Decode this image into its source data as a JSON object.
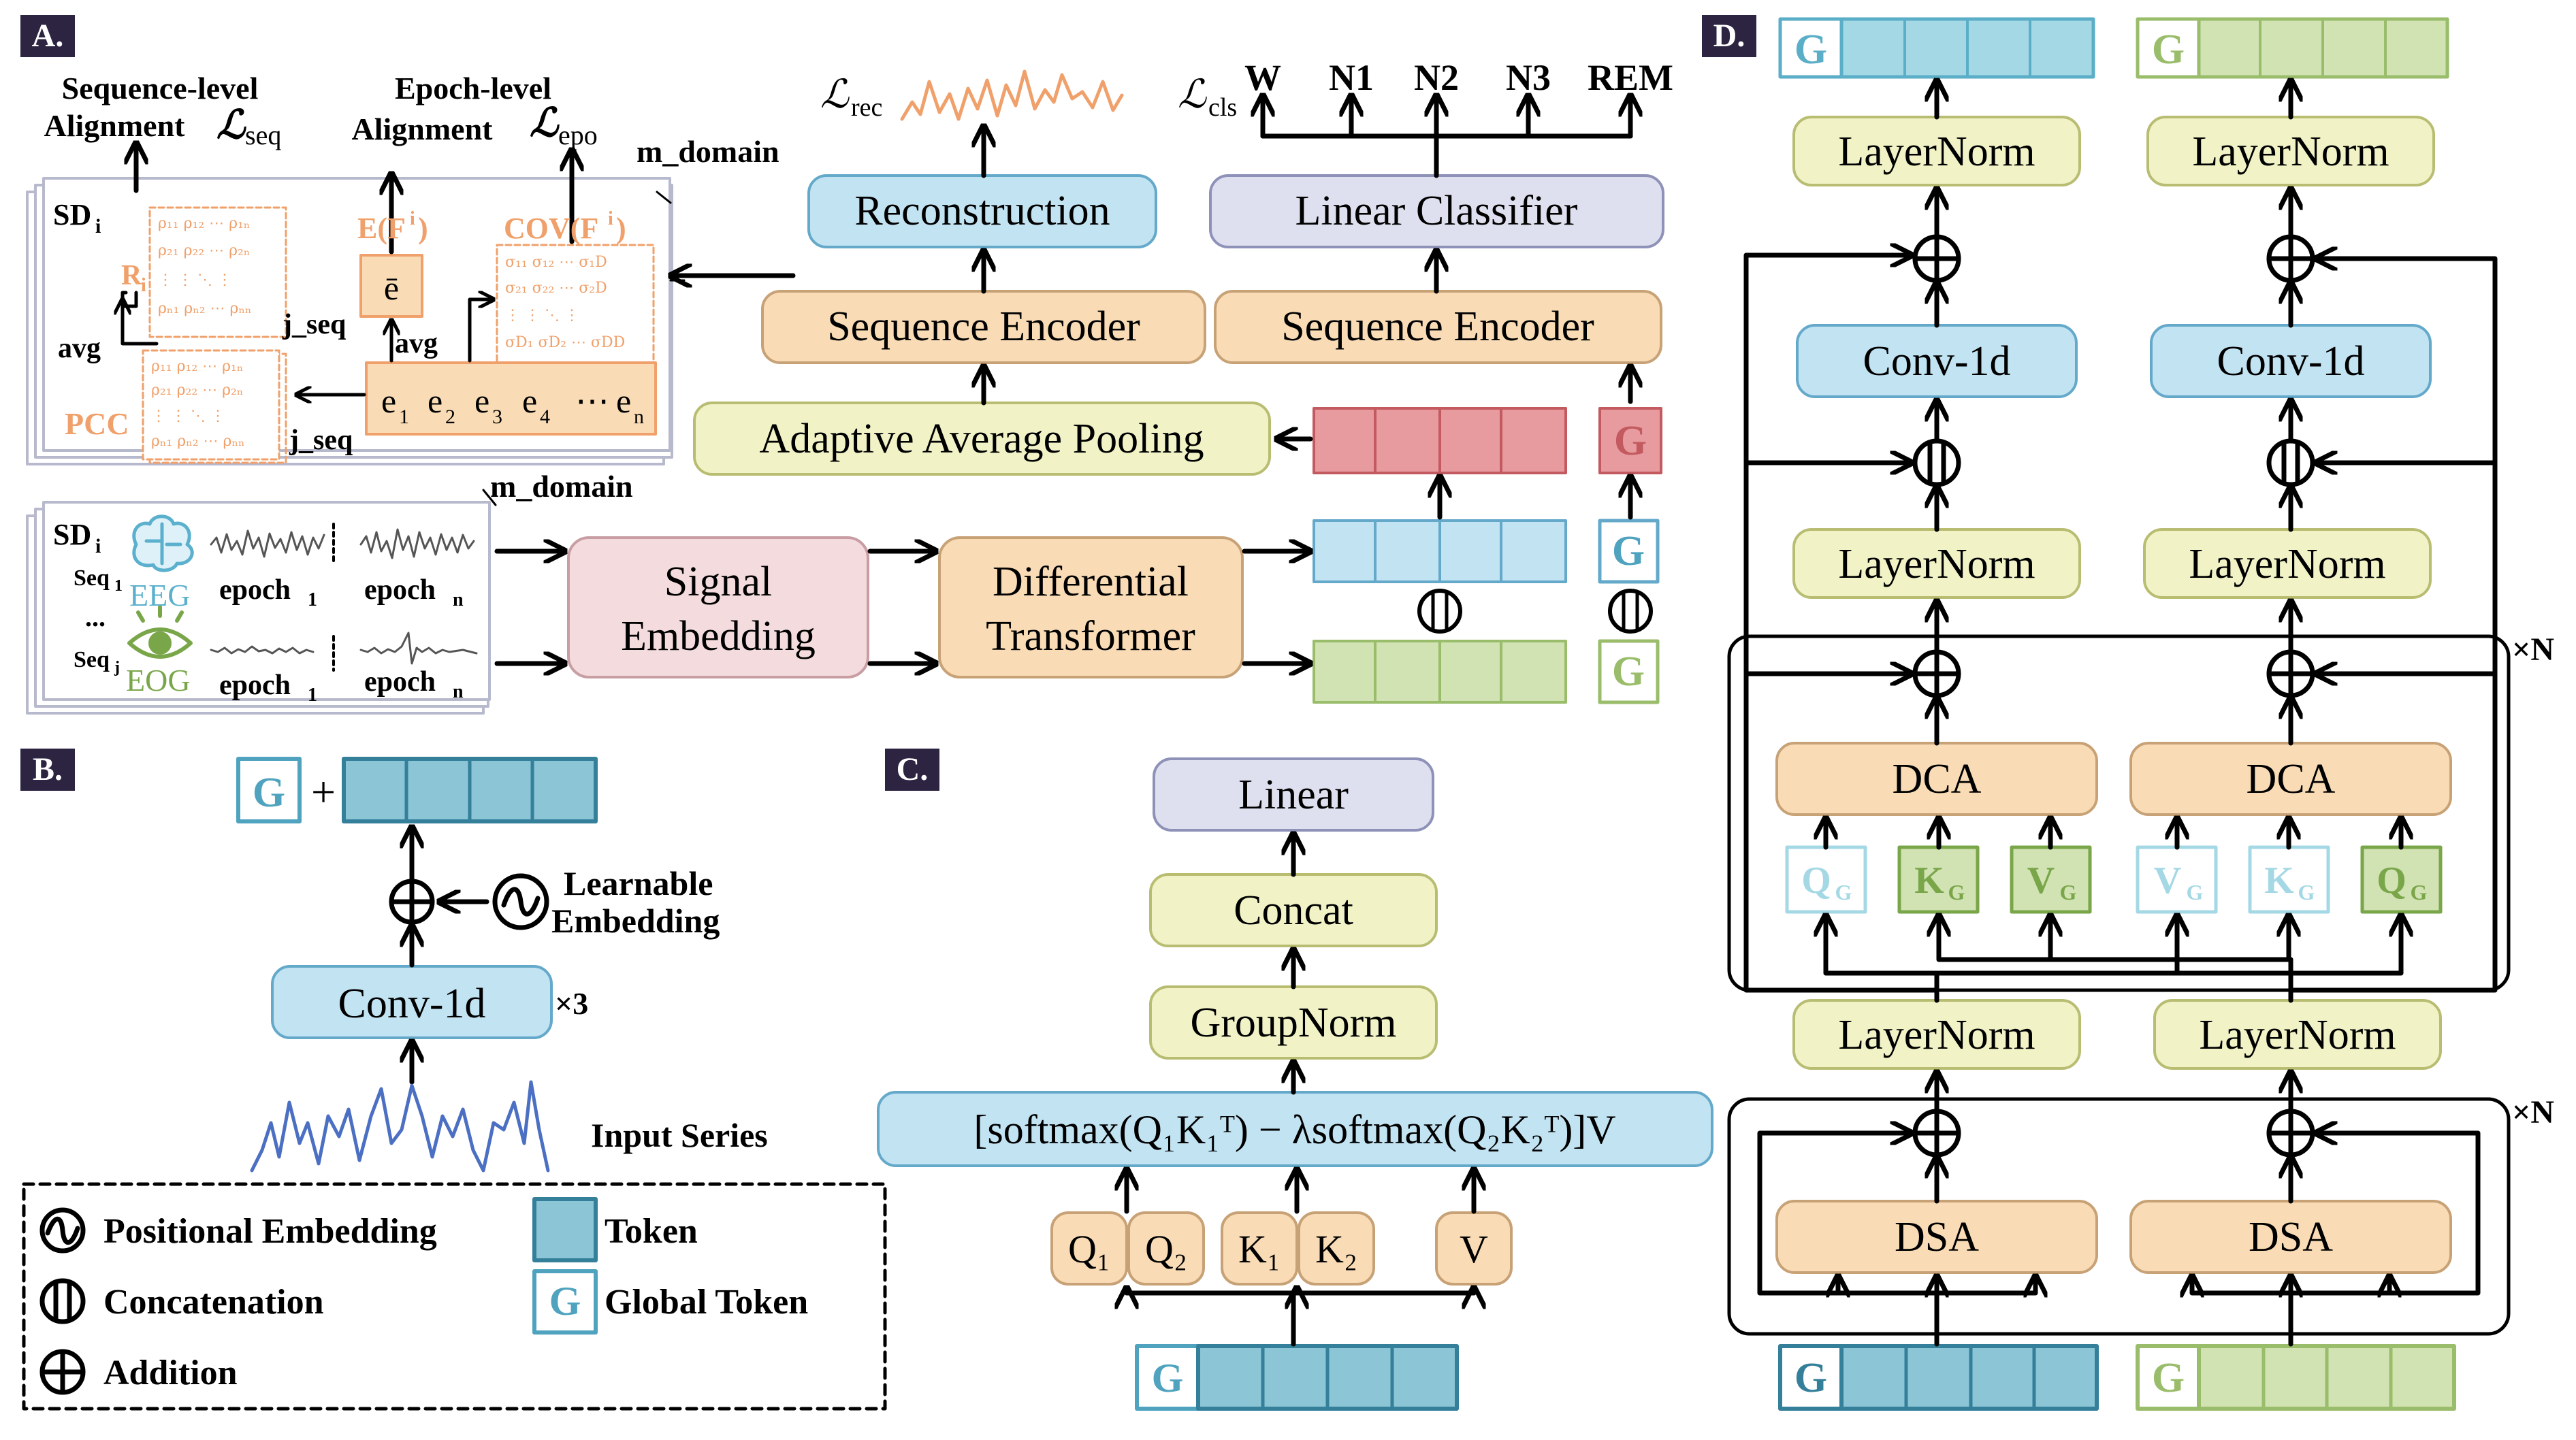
{
  "colors": {
    "beige_fill": "#f9dcb6",
    "beige_stroke": "#c8a277",
    "blue_fill": "#c2e3f2",
    "blue_stroke": "#64a9ca",
    "lav_fill": "#dfe0ef",
    "lav_stroke": "#8f92b8",
    "yellow_fill": "#f1f3c7",
    "yellow_stroke": "#b8bd72",
    "pink_fill": "#f4dcde",
    "pink_stroke": "#c89ea3",
    "red_token": "#e79b9f",
    "red_stroke": "#c25a60",
    "token_blue": "#a5d8e5",
    "token_blue_stroke": "#5aaec7",
    "token_teal": "#8bc5d6",
    "token_teal_stroke": "#347f99",
    "token_green": "#d1e2b3",
    "token_green_stroke": "#9abd6b",
    "orange": "#f0a06a",
    "wave_blue": "#4b6fc2"
  },
  "panels": {
    "a": "A.",
    "b": "B.",
    "c": "C.",
    "d": "D."
  },
  "panelA": {
    "seq_align_line1": "Sequence-level",
    "seq_align_line2": "Alignment",
    "loss_symbol": "ℒ",
    "loss_seq_sub": "seq",
    "epo_align_line1": "Epoch-level",
    "epo_align_line2": "Alignment",
    "loss_epo_sub": "epo",
    "m_domain_top": "m_domain",
    "m_domain_bottom": "m_domain",
    "sd_label": "SD",
    "sd_sub": "i",
    "r_label": "R",
    "r_sub": "i",
    "e_label": "E(F",
    "e_sup": "i",
    "e_bar": "ē",
    "cov_label": "COV(F",
    "cov_sup": "i",
    "avg_left": "avg",
    "avg_mid": "avg",
    "j_seq_top": "j_seq",
    "j_seq_bottom": "j_seq",
    "pcc": "PCC",
    "epochs": [
      "e",
      "e",
      "e",
      "e",
      "⋯",
      "e"
    ],
    "epoch_subs": [
      "1",
      "2",
      "3",
      "4",
      "",
      "n"
    ],
    "rho_row1": "ρ₁₁ ρ₁₂ ⋯ ρ₁ₙ",
    "rho_row2": "ρ₂₁ ρ₂₂ ⋯ ρ₂ₙ",
    "rho_row3": "⋮   ⋮  ⋱  ⋮",
    "rho_row4": "ρₙ₁ ρₙ₂ ⋯ ρₙₙ",
    "sig_row1": "σ₁₁ σ₁₂ ⋯ σ₁D",
    "sig_row2": "σ₂₁ σ₂₂ ⋯ σ₂D",
    "sig_row3": "⋮   ⋮  ⋱  ⋮",
    "sig_row4": "σD₁ σD₂ ⋯ σDD",
    "loss_rec_sub": "rec",
    "loss_cls_sub": "cls",
    "reconstruction": "Reconstruction",
    "linear_classifier": "Linear Classifier",
    "seq_encoder_1": "Sequence Encoder",
    "seq_encoder_2": "Sequence Encoder",
    "adaptive_pooling": "Adaptive Average Pooling",
    "classes": [
      "W",
      "N1",
      "N2",
      "N3",
      "REM"
    ],
    "seq1": "Seq",
    "seq1_sub": "1",
    "seqj": "Seq",
    "seqj_sub": "j",
    "ellipsis": "...",
    "eeg": "EEG",
    "eog": "EOG",
    "epoch1": "epoch",
    "epoch1_sub": "1",
    "epochn": "epoch",
    "epochn_sub": "n",
    "signal_embedding_1": "Signal",
    "signal_embedding_2": "Embedding",
    "diff_transformer_1": "Differential",
    "diff_transformer_2": "Transformer",
    "global_token": "G"
  },
  "panelB": {
    "plus": "+",
    "learnable_1": "Learnable",
    "learnable_2": "Embedding",
    "conv": "Conv-1d",
    "times3": "×3",
    "input_series": "Input Series",
    "g": "G"
  },
  "legend": {
    "positional": "Positional Embedding",
    "token": "Token",
    "concatenation": "Concatenation",
    "global_token": "Global Token",
    "addition": "Addition",
    "g": "G"
  },
  "panelC": {
    "linear": "Linear",
    "concat": "Concat",
    "groupnorm": "GroupNorm",
    "formula": "[softmax(Q₁K₁ᵀ) − λsoftmax(Q₂K₂ᵀ)]V",
    "q1": "Q₁",
    "q2": "Q₂",
    "k1": "K₁",
    "k2": "K₂",
    "v": "V",
    "g": "G"
  },
  "panelD": {
    "layernorm": "LayerNorm",
    "conv": "Conv-1d",
    "dca": "DCA",
    "dsa": "DSA",
    "times_n": "×N",
    "g": "G",
    "qkv_left": [
      "Q",
      "K",
      "V"
    ],
    "qkv_right": [
      "V",
      "K",
      "Q"
    ],
    "qkv_sub": "G"
  }
}
